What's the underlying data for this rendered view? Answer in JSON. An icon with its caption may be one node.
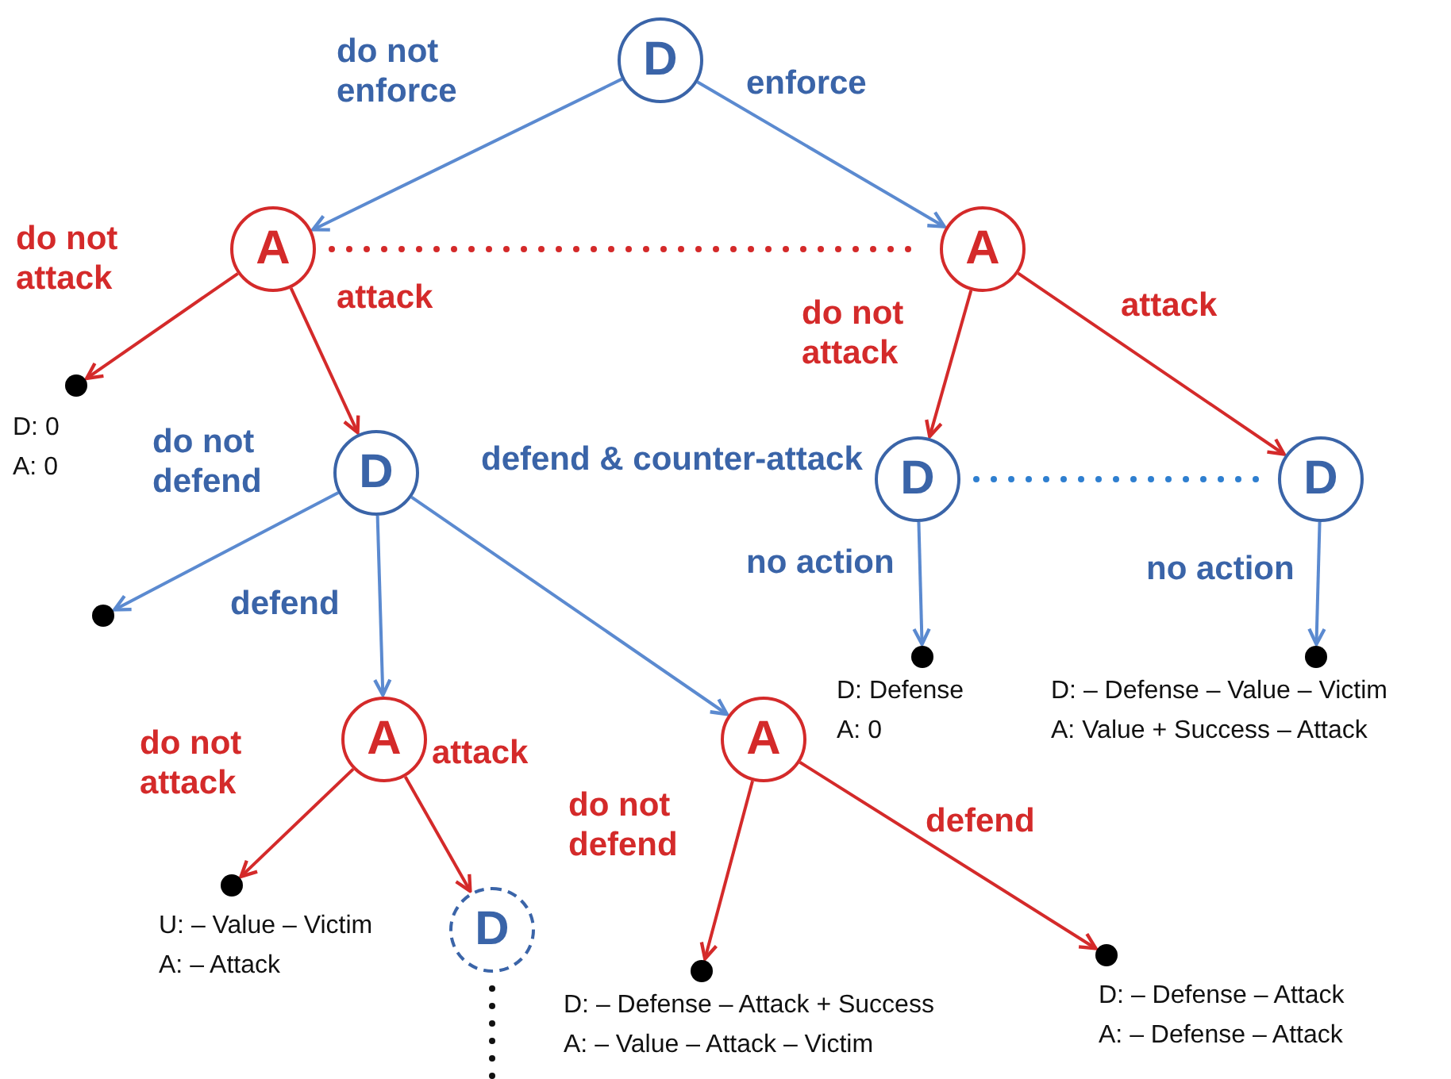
{
  "diagram": {
    "nodes": [
      {
        "text": [
          "D"
        ]
      },
      {
        "text": [
          "A"
        ]
      },
      {
        "text": [
          "A"
        ]
      },
      {
        "text": [],
        "shape": "circle",
        "beside": [
          "D: 0",
          "A: 0"
        ]
      },
      {
        "text": [
          "D"
        ]
      },
      {
        "text": [
          "D"
        ]
      },
      {
        "text": [
          "D"
        ]
      },
      {
        "text": [],
        "shape": "circle"
      },
      {
        "text": [
          "A"
        ]
      },
      {
        "text": [
          "A"
        ]
      },
      {
        "text": [],
        "shape": "circle",
        "beside": [
          "D: Defense",
          "A: 0"
        ]
      },
      {
        "text": [],
        "shape": "circle",
        "beside": [
          "D: – Defense – Value – Victim",
          "A: Value + Success – Attack"
        ]
      },
      {
        "text": [],
        "shape": "circle",
        "beside": [
          "U: – Value – Victim",
          "A: – Attack"
        ]
      },
      {
        "text": [
          "D"
        ]
      },
      {
        "text": [],
        "shape": "circle",
        "beside": [
          "D: – Defense – Attack + Success",
          "A: – Value – Attack – Victim"
        ]
      },
      {
        "text": [],
        "shape": "circle",
        "beside": [
          "D: – Defense – Attack",
          "A: – Defense – Attack"
        ]
      }
    ],
    "edges": [
      {
        "from": 0,
        "to": 1,
        "arrow": "to",
        "label": "do not enforce",
        "color": "#5b8ad0"
      },
      {
        "from": 0,
        "to": 2,
        "arrow": "to",
        "label": "enforce",
        "color": "#5b8ad0"
      },
      {
        "from": 1,
        "to": 3,
        "arrow": "to",
        "label": "do not attack",
        "color": "#d42a2a"
      },
      {
        "from": 1,
        "to": 4,
        "arrow": "to",
        "label": "attack",
        "color": "#d42a2a"
      },
      {
        "from": 2,
        "to": 5,
        "arrow": "to",
        "label": "do not attack",
        "color": "#d42a2a"
      },
      {
        "from": 2,
        "to": 6,
        "arrow": "to",
        "label": "attack",
        "color": "#d42a2a"
      },
      {
        "from": 4,
        "to": 7,
        "arrow": "to",
        "label": "do not defend",
        "color": "#5b8ad0"
      },
      {
        "from": 4,
        "to": 8,
        "arrow": "to",
        "label": "defend",
        "color": "#5b8ad0"
      },
      {
        "from": 4,
        "to": 9,
        "arrow": "to",
        "label": "defend & counter-attack",
        "color": "#5b8ad0"
      },
      {
        "from": 5,
        "to": 10,
        "arrow": "to",
        "label": "no action",
        "color": "#5b8ad0"
      },
      {
        "from": 6,
        "to": 11,
        "arrow": "to",
        "label": "no action",
        "color": "#5b8ad0"
      },
      {
        "from": 8,
        "to": 12,
        "arrow": "to",
        "label": "do not attack",
        "color": "#d42a2a"
      },
      {
        "from": 8,
        "to": 13,
        "arrow": "to",
        "label": "attack",
        "color": "#d42a2a"
      },
      {
        "from": 9,
        "to": 14,
        "arrow": "to",
        "label": "do not defend",
        "color": "#d42a2a"
      },
      {
        "from": 9,
        "to": 15,
        "arrow": "to",
        "label": "defend",
        "color": "#d42a2a"
      },
      {
        "from": 1,
        "to": 2,
        "arrow": "none",
        "style": "dashed",
        "color": "#d42a2a"
      },
      {
        "from": 5,
        "to": 6,
        "arrow": "none",
        "style": "dashed",
        "color": "#2f7fd0"
      },
      {
        "from": 13,
        "to": null,
        "arrow": "none",
        "style": "dashed",
        "color": "#111111"
      }
    ]
  }
}
